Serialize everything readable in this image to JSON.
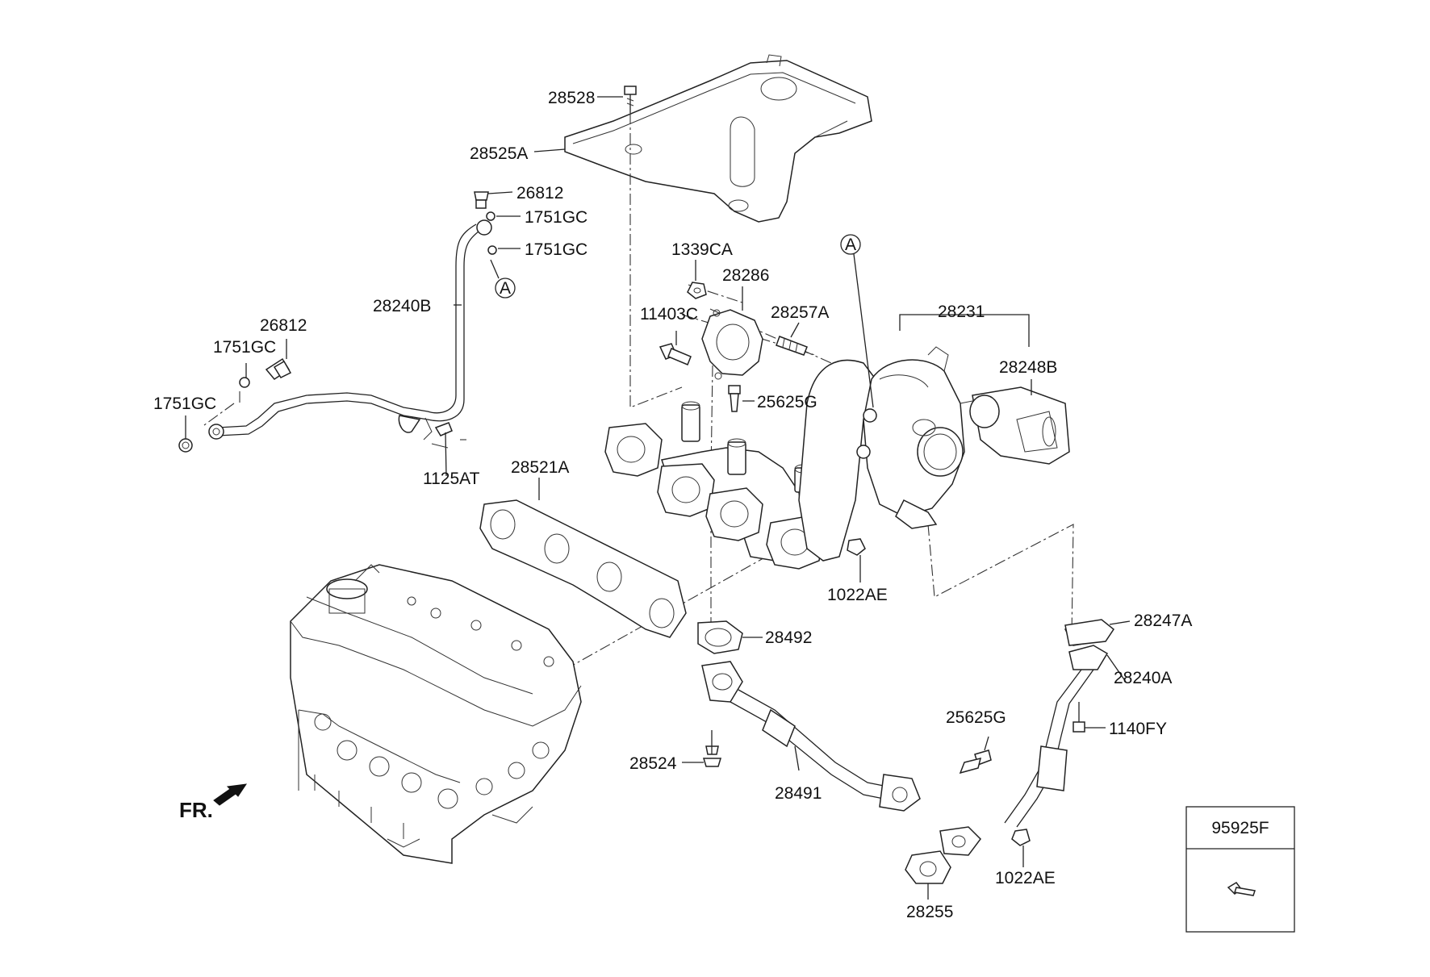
{
  "labels": {
    "l28528": "28528",
    "l28525A": "28525A",
    "l26812a": "26812",
    "l1751GC_a": "1751GC",
    "l1751GC_b": "1751GC",
    "l28240B": "28240B",
    "l26812b": "26812",
    "l1751GC_c": "1751GC",
    "l1751GC_d": "1751GC",
    "l1125AT": "1125AT",
    "l1339CA": "1339CA",
    "l28286": "28286",
    "l11403C": "11403C",
    "l28257A": "28257A",
    "l25625G_a": "25625G",
    "l28231": "28231",
    "l28248B": "28248B",
    "l28521A": "28521A",
    "l1022AE_a": "1022AE",
    "l28492": "28492",
    "l28247A": "28247A",
    "l28240A": "28240A",
    "l25625G_b": "25625G",
    "l1140FY": "1140FY",
    "l28524": "28524",
    "l28491": "28491",
    "l1022AE_b": "1022AE",
    "l28255": "28255",
    "l95925F": "95925F"
  },
  "callouts": {
    "refA1": "A",
    "refA2": "A"
  },
  "front": "FR."
}
